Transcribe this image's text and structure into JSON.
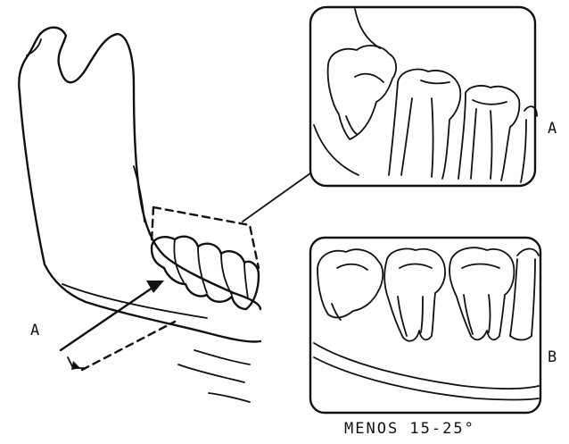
{
  "labels": {
    "projection_label": "A",
    "inset_top_label": "A",
    "inset_bottom_label": "B",
    "caption": "MENOS 15-25°"
  }
}
